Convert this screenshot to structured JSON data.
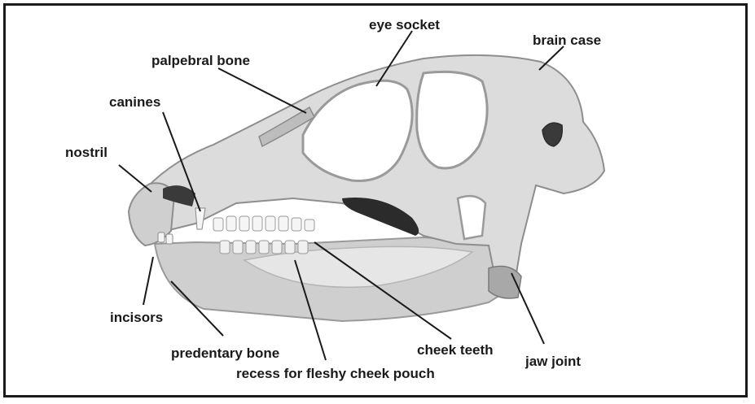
{
  "labels": {
    "eye_socket": "eye socket",
    "brain_case": "brain case",
    "palpebral_bone": "palpebral bone",
    "canines": "canines",
    "nostril": "nostril",
    "incisors": "incisors",
    "predentary_bone": "predentary bone",
    "recess_cheek_pouch": "recess for fleshy cheek pouch",
    "cheek_teeth": "cheek teeth",
    "jaw_joint": "jaw joint"
  },
  "colors": {
    "frame": "#1a1a1a",
    "bone_light": "#ececec",
    "bone_mid": "#c9c9c9",
    "bone_dark": "#8e8e8e",
    "shadow": "#2b2b2b"
  }
}
